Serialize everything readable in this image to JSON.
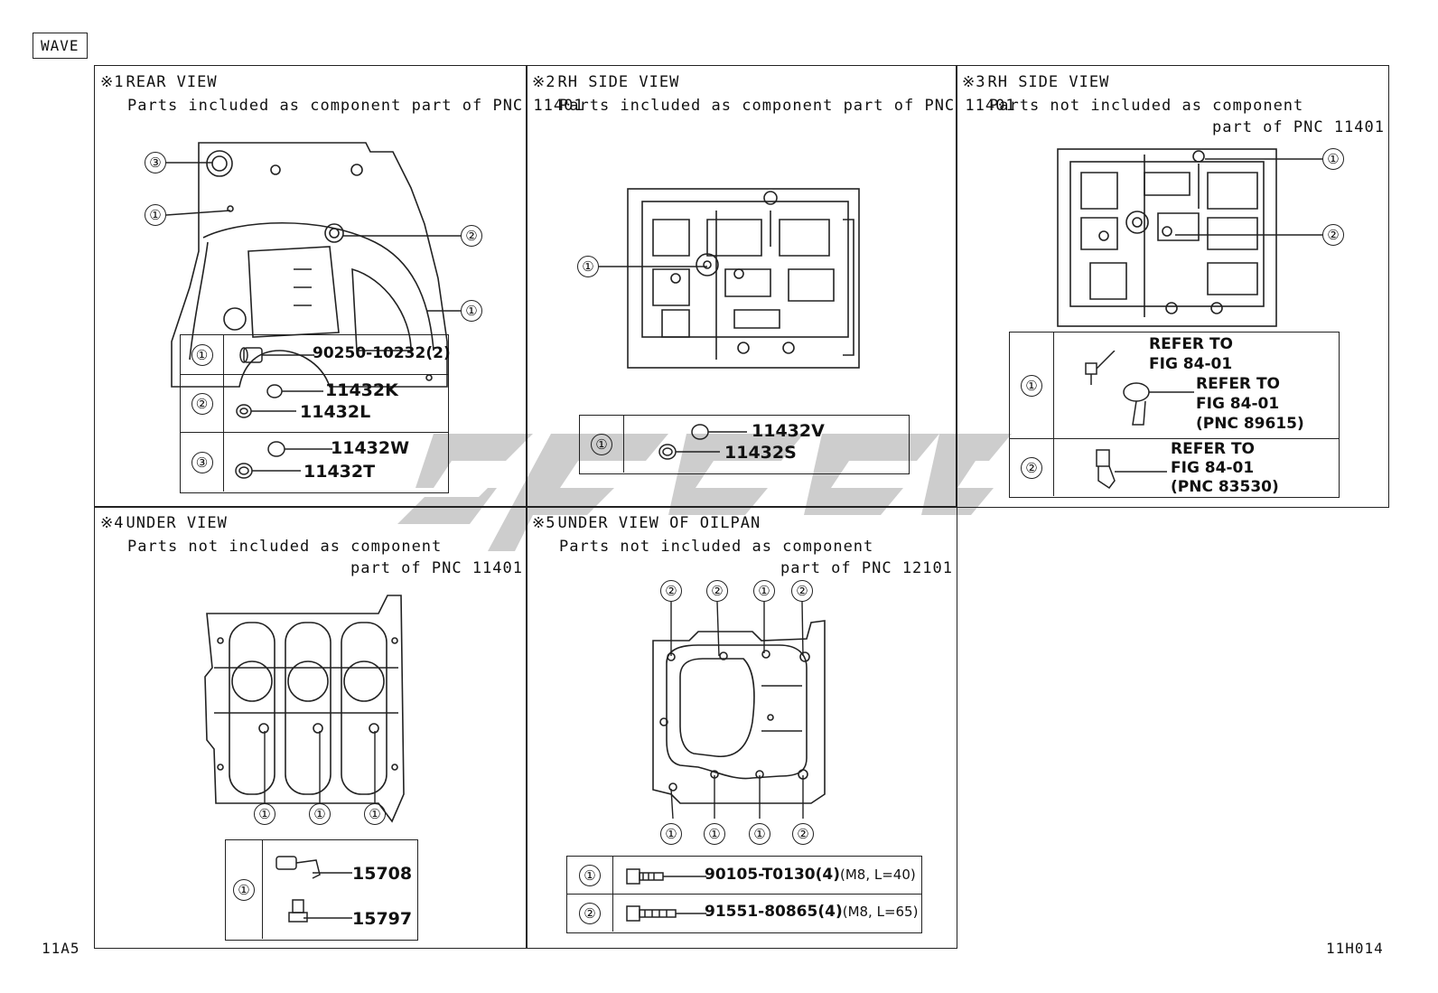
{
  "header": {
    "tag": "WAVE"
  },
  "footer": {
    "left_code": "11A5",
    "right_code": "11H014"
  },
  "panels": {
    "p1": {
      "mark": "※1",
      "title": "REAR VIEW",
      "desc": "Parts included as component part of PNC 11401",
      "rows": [
        {
          "num": "①",
          "parts": [
            "90250-10232(2)"
          ]
        },
        {
          "num": "②",
          "parts": [
            "11432K",
            "11432L"
          ]
        },
        {
          "num": "③",
          "parts": [
            "11432W",
            "11432T"
          ]
        }
      ],
      "callouts": [
        "③",
        "①",
        "②",
        "①"
      ]
    },
    "p2": {
      "mark": "※2",
      "title": "RH SIDE VIEW",
      "desc": "Parts included as component part of PNC 11401",
      "rows": [
        {
          "num": "①",
          "parts": [
            "11432V",
            "11432S"
          ]
        }
      ],
      "callouts": [
        "①"
      ]
    },
    "p3": {
      "mark": "※3",
      "title": "RH SIDE VIEW",
      "desc": "Parts not included as component",
      "desc2": "part of PNC 11401",
      "rows": [
        {
          "num": "①",
          "refs": [
            "REFER TO",
            "FIG 84-01",
            "REFER TO",
            "FIG 84-01",
            "(PNC 89615)"
          ]
        },
        {
          "num": "②",
          "refs": [
            "REFER TO",
            "FIG 84-01",
            "(PNC 83530)"
          ]
        }
      ],
      "callouts": [
        "①",
        "②"
      ]
    },
    "p4": {
      "mark": "※4",
      "title": "UNDER VIEW",
      "desc": "Parts not included as component",
      "desc2": "part of PNC 11401",
      "rows": [
        {
          "num": "①",
          "parts": [
            "15708",
            "15797"
          ]
        }
      ],
      "callouts": [
        "①",
        "①",
        "①"
      ]
    },
    "p5": {
      "mark": "※5",
      "title": "UNDER VIEW OF OILPAN",
      "desc": "Parts not included as component",
      "desc2": "part of PNC 12101",
      "rows": [
        {
          "num": "①",
          "part": "90105-T0130(4)",
          "spec": "(M8, L=40)"
        },
        {
          "num": "②",
          "part": "91551-80865(4)",
          "spec": "(M8, L=65)"
        }
      ],
      "callouts_top": [
        "②",
        "②",
        "①",
        "②"
      ],
      "callouts_bottom": [
        "①",
        "①",
        "①",
        "②"
      ]
    }
  },
  "colors": {
    "line": "#222222",
    "watermark": "#c8c8c8"
  }
}
